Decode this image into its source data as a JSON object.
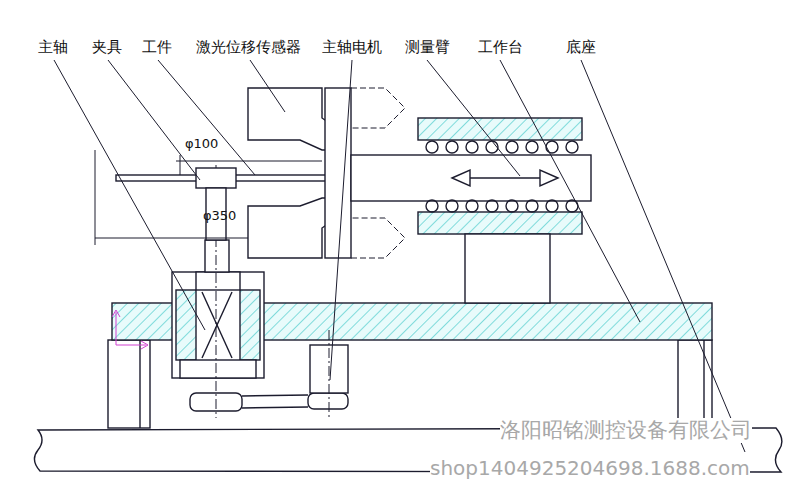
{
  "diagram": {
    "labels": [
      "主轴",
      "夹具",
      "工件",
      "激光位移传感器",
      "主轴电机",
      "测量臂",
      "工作台",
      "底座",
      "φ100",
      "φ350",
      "洛阳昭铭测控设备有限公司",
      "shop1404925204698.1688.com"
    ]
  }
}
